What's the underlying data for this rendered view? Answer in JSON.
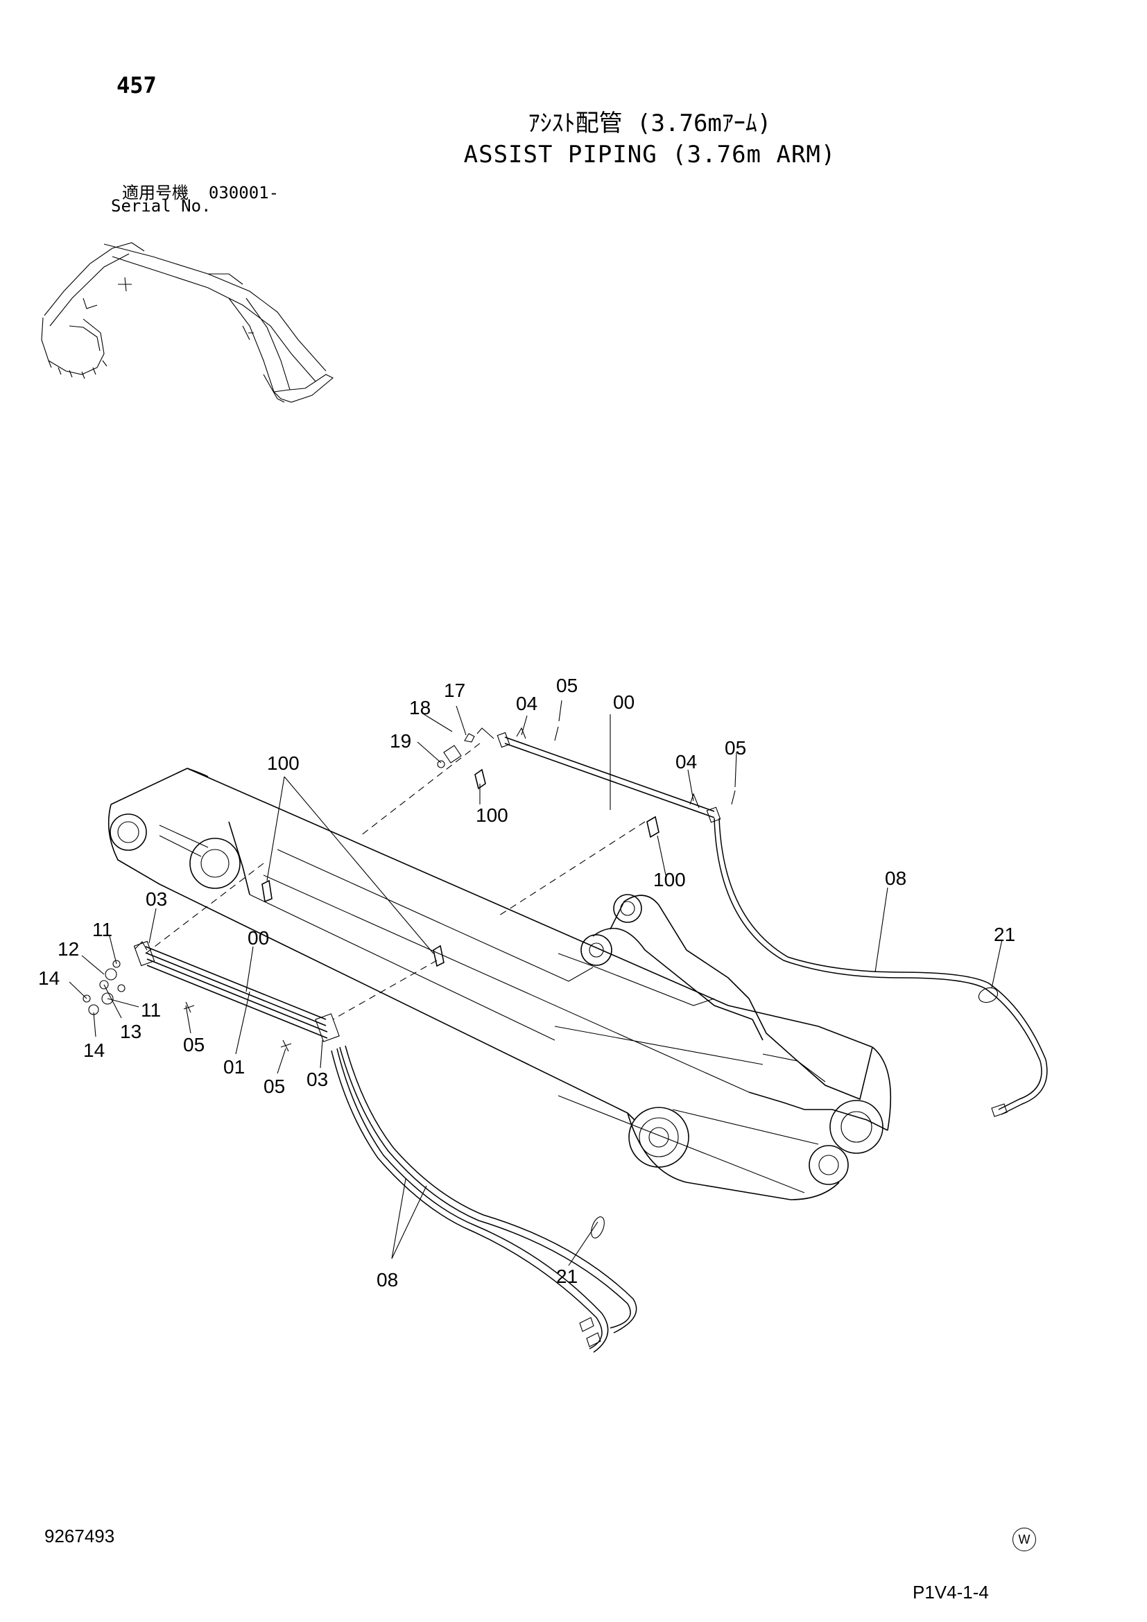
{
  "header": {
    "page_number": "457",
    "title_jp": "ｱｼｽﾄ配管 (3.76mｱｰﾑ)",
    "title_en": "ASSIST PIPING (3.76m ARM)",
    "serial_label_jp": "適用号機",
    "serial_value": "030001-",
    "serial_label_en": "Serial No."
  },
  "callouts": {
    "c17": "17",
    "c18": "18",
    "c19": "19",
    "c04a": "04",
    "c05a": "05",
    "c00a": "00",
    "c05b": "05",
    "c04b": "04",
    "c100a": "100",
    "c100b": "100",
    "c100c": "100",
    "c08a": "08",
    "c21a": "21",
    "c03a": "03",
    "c00b": "00",
    "c11a": "11",
    "c12": "12",
    "c14a": "14",
    "c11b": "11",
    "c13": "13",
    "c14b": "14",
    "c05c": "05",
    "c01": "01",
    "c05d": "05",
    "c03b": "03",
    "c08b": "08",
    "c21b": "21"
  },
  "footer": {
    "doc_number": "9267493",
    "mark": "W",
    "page_code": "P1V4-1-4"
  }
}
